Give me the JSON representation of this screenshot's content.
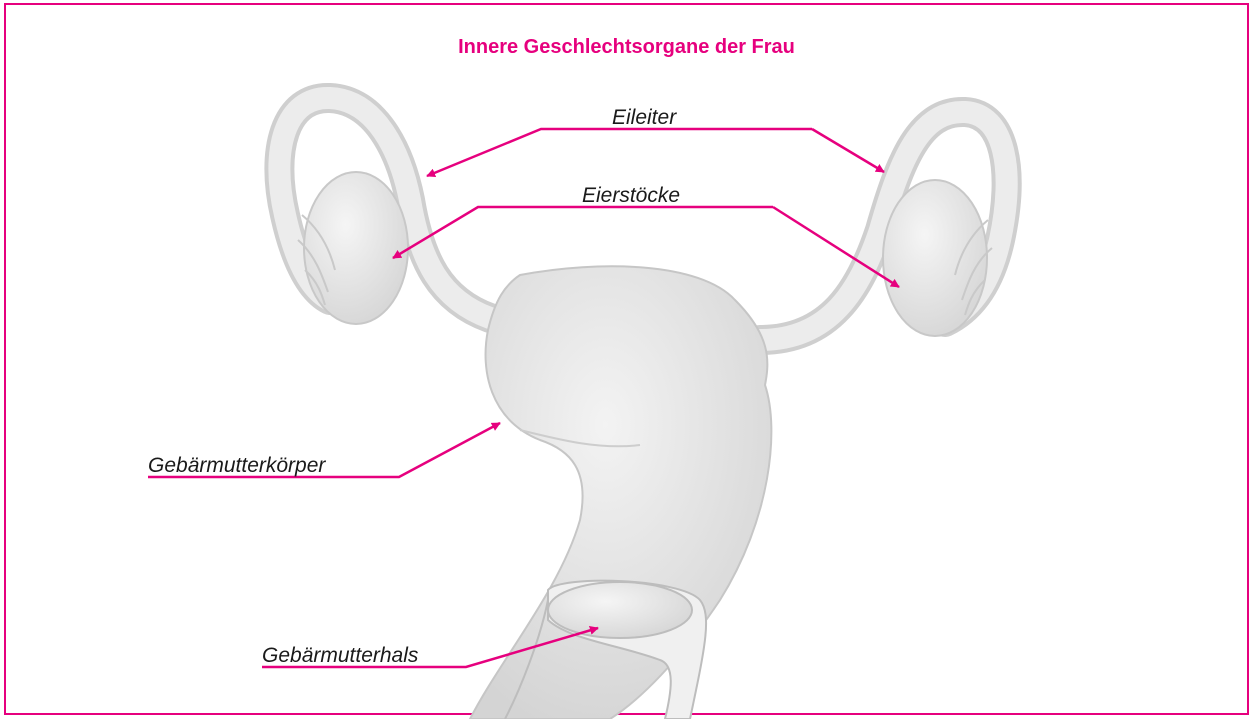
{
  "title": "Innere Geschlechtsorgane der Frau",
  "labels": {
    "eileiter": "Eileiter",
    "eierstoecke": "Eierstöcke",
    "gebaermutterkoerper": "Gebärmutterkörper",
    "gebaermutterhals": "Gebärmutterhals"
  },
  "colors": {
    "accent": "#e6007e",
    "organ_fill": "#e4e4e4",
    "organ_stroke": "#c4c4c4"
  }
}
